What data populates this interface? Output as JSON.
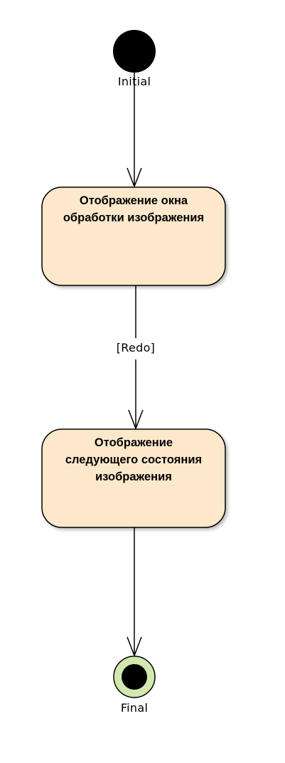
{
  "diagram": {
    "initial": {
      "label": "Initial"
    },
    "final": {
      "label": "Final"
    },
    "states": [
      {
        "lines": [
          "Отображение окна",
          "обработки изображения"
        ]
      },
      {
        "lines": [
          "Отображение",
          "следующего состояния",
          "изображения"
        ]
      }
    ],
    "transitions": [
      {
        "guard": ""
      },
      {
        "guard": "[Redo]"
      },
      {
        "guard": ""
      }
    ],
    "colors": {
      "state_fill": "#fde8cb",
      "state_stroke": "#000000",
      "final_ring_fill": "#d3e8b0",
      "node_fill": "#000000"
    }
  }
}
